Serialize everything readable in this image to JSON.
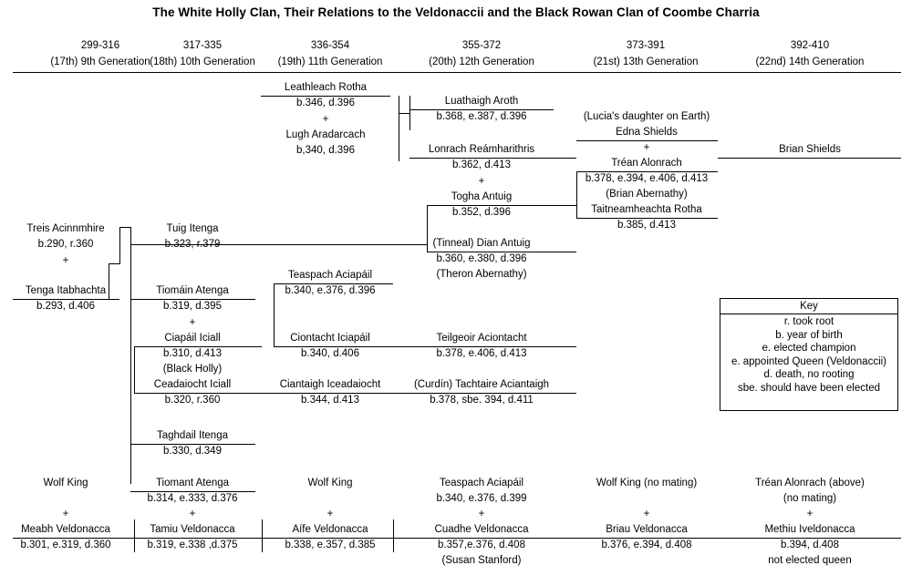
{
  "title": "The White Holly Clan, Their Relations to the Veldonaccii and the Black Rowan Clan of Coombe Charria",
  "columns": [
    {
      "years": "299-316",
      "generation": "(17th) 9th Generation"
    },
    {
      "years": "317-335",
      "generation": "(18th) 10th Generation"
    },
    {
      "years": "336-354",
      "generation": "(19th) 11th Generation"
    },
    {
      "years": "355-372",
      "generation": "(20th) 12th Generation"
    },
    {
      "years": "373-391",
      "generation": "(21st) 13th Generation"
    },
    {
      "years": "392-410",
      "generation": "(22nd) 14th Generation"
    }
  ],
  "people": {
    "leathleach_rotha": {
      "name": "Leathleach Rotha",
      "dates": "b.346, d.396"
    },
    "plus_1": {
      "sym": "+"
    },
    "lugh_aradarcach": {
      "name": "Lugh Aradarcach",
      "dates": "b,340, d.396"
    },
    "luathaigh_aroth": {
      "name": "Luathaigh Aroth",
      "dates": "b.368, e.387, d.396"
    },
    "lonrach_reamharithris": {
      "name": "Lonrach Reámharithris",
      "dates": "b.362, d.413"
    },
    "plus_2": {
      "sym": "+"
    },
    "togha_antuig": {
      "name": "Togha Antuig",
      "dates": "b.352, d.396"
    },
    "lucia_note": {
      "name": "(Lucia's daughter on Earth)"
    },
    "edna_shields": {
      "name": "Edna Shields"
    },
    "plus_3": {
      "sym": "+"
    },
    "trean_alonrach": {
      "name": "Tréan Alonrach",
      "dates": "b.378, e.394, e.406, d.413",
      "alias": "(Brian Abernathy)"
    },
    "taitneamheachta_rotha": {
      "name": "Taitneamheachta Rotha",
      "dates": "b.385, d.413"
    },
    "brian_shields": {
      "name": "Brian Shields"
    },
    "treis_acinnmhire": {
      "name": "Treis Acinnmhire",
      "dates": "b.290, r.360"
    },
    "plus_4": {
      "sym": "+"
    },
    "tenga_itabhachta": {
      "name": "Tenga Itabhachta",
      "dates": "b.293, d.406"
    },
    "tuig_itenga": {
      "name": "Tuig Itenga",
      "dates": "b.323, r.379"
    },
    "dian_antuig": {
      "name": "(Tinneal) Dian Antuig",
      "dates": "b.360, e.380, d.396",
      "alias": "(Theron Abernathy)"
    },
    "tiomain_atenga": {
      "name": "Tiomáin Atenga",
      "dates": "b.319, d.395"
    },
    "plus_5": {
      "sym": "+"
    },
    "ciapail_iciall": {
      "name": "Ciapáil Iciall",
      "dates": "b.310, d.413",
      "alias": "(Black Holly)"
    },
    "ceadaiocht_iciall": {
      "name": "Ceadaiocht Iciall",
      "dates": "b.320, r.360"
    },
    "teaspach_aciapail_a": {
      "name": "Teaspach Aciapáil",
      "dates": "b.340, e.376, d.396"
    },
    "ciontacht_iciapail": {
      "name": "Ciontacht Iciapáil",
      "dates": "b.340, d.406"
    },
    "ciantaigh_iceadaiocht": {
      "name": "Ciantaigh Iceadaiocht",
      "dates": "b.344, d.413"
    },
    "teilgeoir_aciontacht": {
      "name": "Teilgeoir Aciontacht",
      "dates": "b.378, e.406, d.413"
    },
    "curdin_tachtaire": {
      "name": "(Curdín) Tachtaire Aciantaigh",
      "dates": "b.378, sbe. 394, d.411"
    },
    "taghdail_itenga": {
      "name": "Taghdail Itenga",
      "dates": "b.330, d.349"
    },
    "wolf_king_1": {
      "name": "Wolf King"
    },
    "plus_6": {
      "sym": "+"
    },
    "meabh_veldonacca": {
      "name": "Meabh Veldonacca",
      "dates": "b.301, e.319, d.360"
    },
    "tiomant_atenga": {
      "name": "Tiomant Atenga",
      "dates": "b.314, e.333, d.376"
    },
    "plus_7": {
      "sym": "+"
    },
    "tamiu_veldonacca": {
      "name": "Tamiu Veldonacca",
      "dates": "b.319, e.338 ,d.375"
    },
    "wolf_king_2": {
      "name": "Wolf King"
    },
    "plus_8": {
      "sym": "+"
    },
    "aife_veldonacca": {
      "name": "Aífe Veldonacca",
      "dates": "b.338, e.357, d.385"
    },
    "teaspach_aciapail_b": {
      "name": "Teaspach Aciapáil",
      "dates": "b.340, e.376, d.399"
    },
    "plus_9": {
      "sym": "+"
    },
    "cuadhe_veldonacca": {
      "name": "Cuadhe Veldonacca",
      "dates": "b.357,e.376, d.408",
      "alias": "(Susan Stanford)"
    },
    "wolf_king_3": {
      "name": "Wolf King (no mating)"
    },
    "plus_10": {
      "sym": "+"
    },
    "briau_veldonacca": {
      "name": "Briau Veldonacca",
      "dates": "b.376, e.394, d.408"
    },
    "trean_alonrach_above": {
      "name": "Tréan Alonrach (above)",
      "note": "(no mating)"
    },
    "plus_11": {
      "sym": "+"
    },
    "methiu_iveldonacca": {
      "name": "Methiu Iveldonacca",
      "dates": "b.394, d.408",
      "note": "not elected queen"
    }
  },
  "key": {
    "title": "Key",
    "entries": [
      "r. took root",
      "b. year of birth",
      "e. elected champion",
      "e. appointed Queen (Veldonaccii)",
      "d. death, no rooting",
      "sbe. should have been elected"
    ]
  }
}
